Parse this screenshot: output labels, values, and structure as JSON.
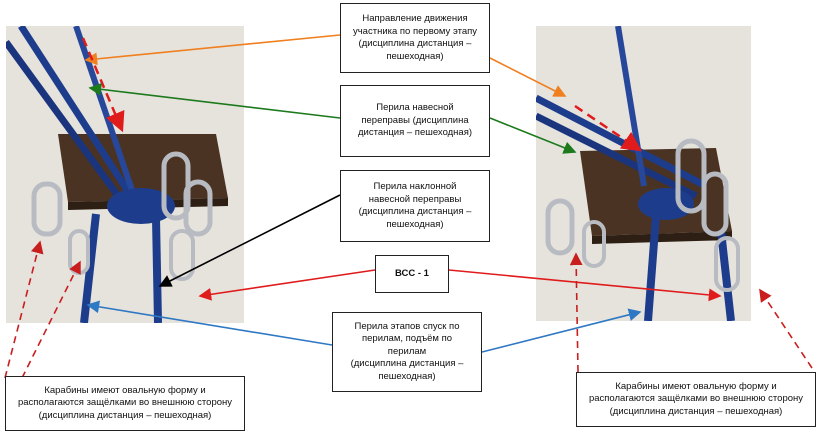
{
  "callouts": {
    "direction": "Направление движения\nучастника по первому этапу\n(дисциплина дистанция –\nпешеходная)",
    "hanging": "Перила навесной\nпереправы (дисциплина\nдистанция – пешеходная)",
    "inclined": "Перила наклонной\nнавесной переправы\n(дисциплина дистанция –\nпешеходная)",
    "bss": "ВСС - 1",
    "descent": "Перила этапов спуск по\nперилам, подъём по\nперилам\n(дисциплина дистанция –\nпешеходная)",
    "carabiners_left": "Карабины имеют овальную форму и\nрасполагаются  защёлками во внешнюю сторону\n(дисциплина дистанция –  пешеходная)",
    "carabiners_right": "Карабины имеют овальную форму и\nрасполагаются  защёлками во внешнюю сторону\n(дисциплина дистанция –  пешеходная)"
  },
  "arrow_colors": {
    "direction": "#f07f1f",
    "hanging": "#1c7a1c",
    "inclined": "#000000",
    "bss": "#e01b1b",
    "descent": "#2f78c4",
    "carabiners": "#c81e1e"
  },
  "photo_colors": {
    "wall": "#e6e3dd",
    "plate": "#4a3323",
    "rope": "#1d3d8c",
    "carabiner": "#b8bcc2"
  }
}
